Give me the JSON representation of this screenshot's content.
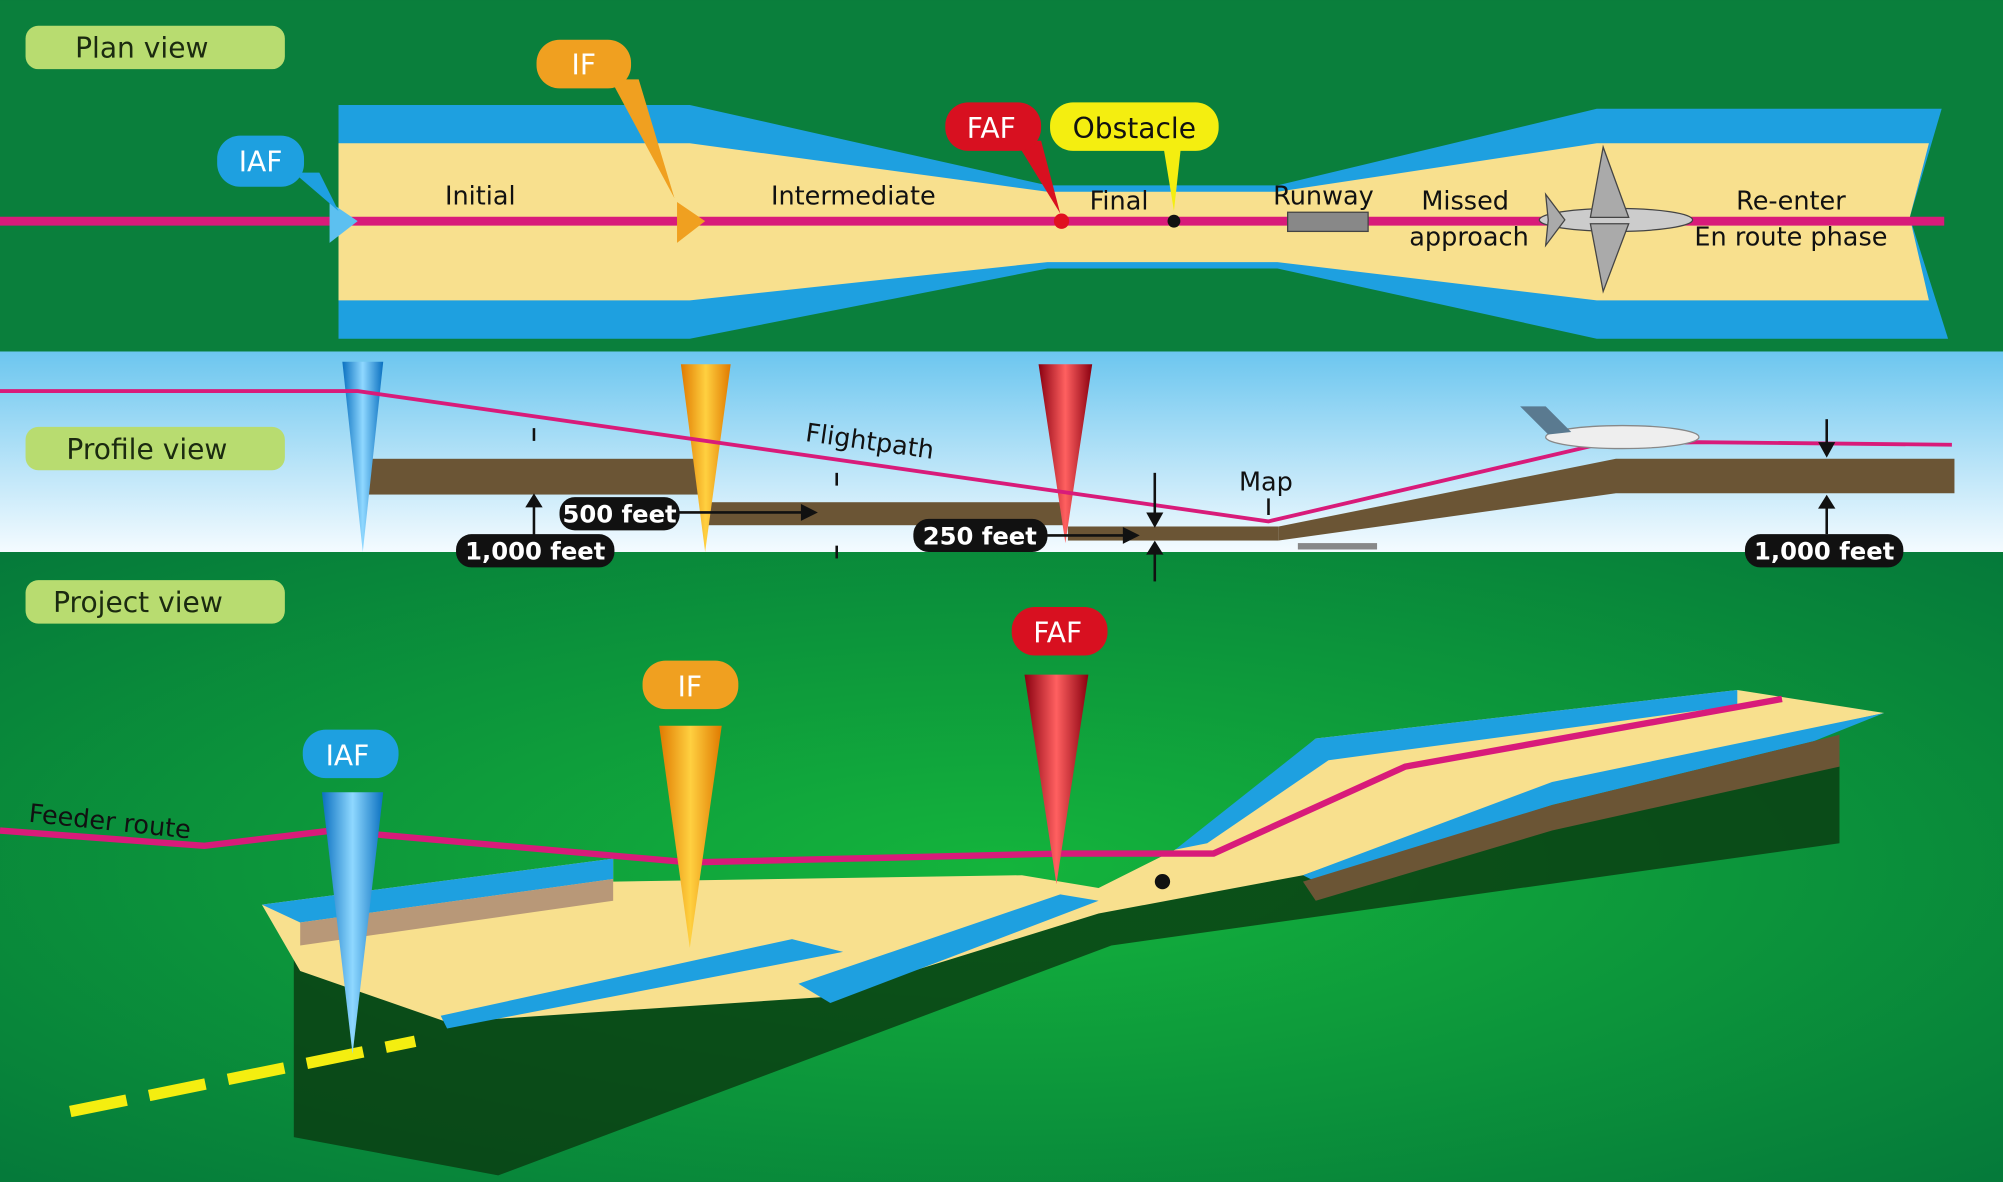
{
  "plan": {
    "title": "Plan view",
    "iaf": "IAF",
    "if": "IF",
    "faf": "FAF",
    "obstacle": "Obstacle",
    "segments": {
      "initial": "Initial",
      "intermediate": "Intermediate",
      "final": "Final",
      "runway": "Runway",
      "missed_1": "Missed",
      "missed_2": "approach",
      "reenter_1": "Re-enter",
      "reenter_2": "En route phase"
    }
  },
  "profile": {
    "title": "Profile view",
    "flightpath": "Flightpath",
    "map": "Map",
    "clearance_initial": "1,000 feet",
    "clearance_intermediate": "500 feet",
    "clearance_final": "250 feet",
    "clearance_missed": "1,000 feet"
  },
  "project": {
    "title": "Project view",
    "faf": "FAF",
    "if": "IF",
    "iaf": "IAF",
    "feeder": "Feeder route"
  },
  "colors": {
    "magenta": "#d81b7a",
    "blue": "#1ea0e0",
    "sand": "#f8e08e",
    "green": "#0a8a3a",
    "brown": "#6b5535"
  }
}
